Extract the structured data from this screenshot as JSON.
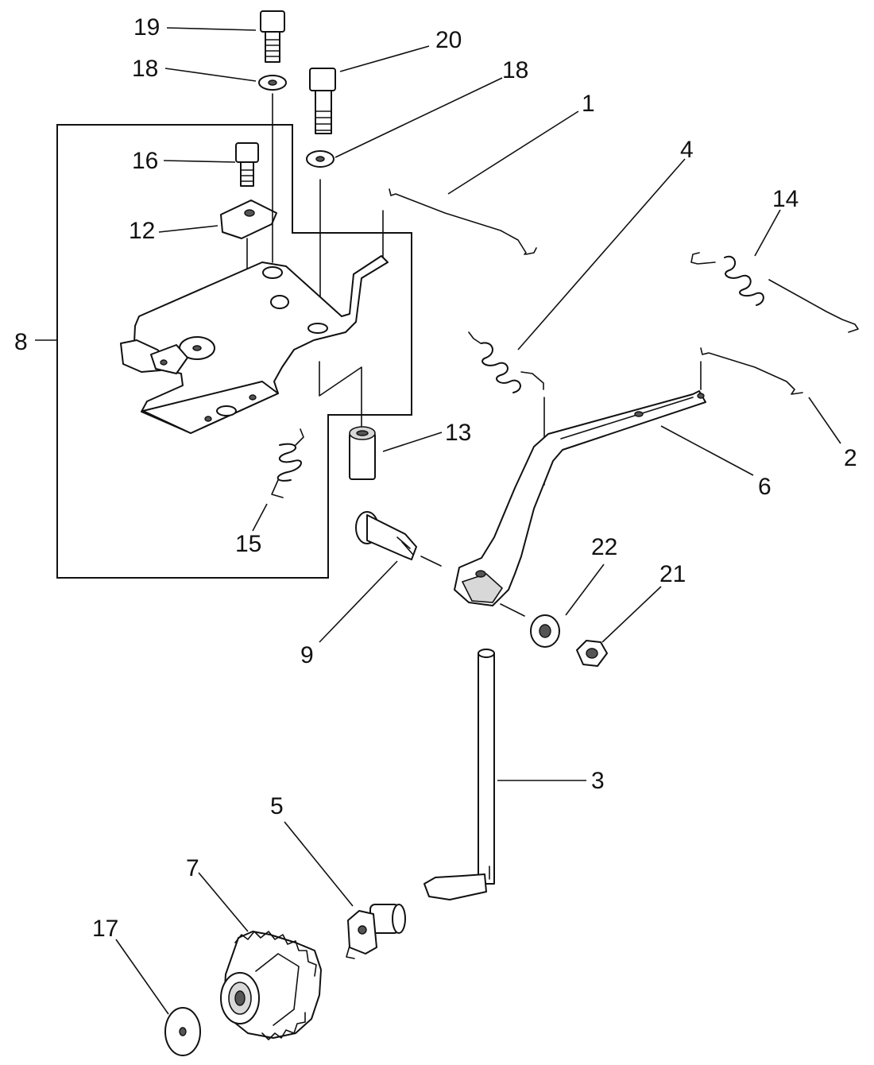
{
  "callouts": {
    "c1": "1",
    "c2": "2",
    "c3": "3",
    "c4": "4",
    "c5": "5",
    "c6": "6",
    "c7": "7",
    "c8": "8",
    "c9": "9",
    "c12": "12",
    "c13": "13",
    "c14": "14",
    "c15": "15",
    "c16": "16",
    "c17": "17",
    "c18a": "18",
    "c18b": "18",
    "c19": "19",
    "c20": "20",
    "c21": "21",
    "c22": "22"
  }
}
